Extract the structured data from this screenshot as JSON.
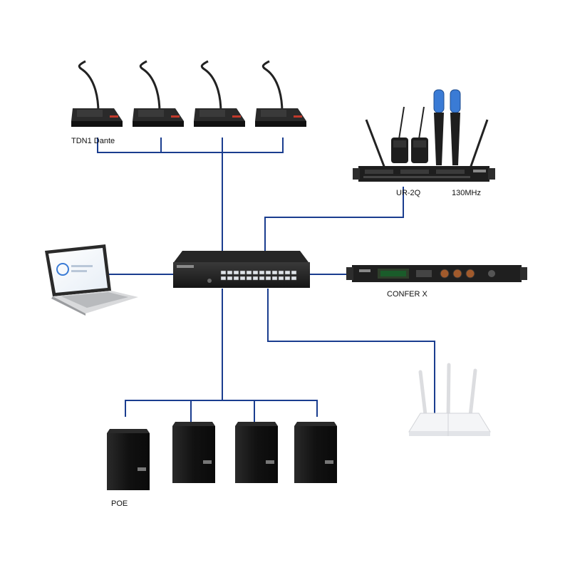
{
  "labels": {
    "conference_mics": "TDN1 Dante",
    "wireless_model": "UR-2Q",
    "wireless_freq": "130MHz",
    "processor": "CONFER X",
    "speakers": "POE"
  },
  "colors": {
    "cable": "#1a3d8f",
    "device_dark": "#1c1c1c",
    "device_mid": "#2d2d2d",
    "accent_red": "#c0392b",
    "laptop_silver": "#d9dadc",
    "router_white": "#f4f5f7"
  },
  "nodes": [
    {
      "name": "tdn1-dante-mic",
      "count": 4
    },
    {
      "name": "ur-2q-wireless-receiver",
      "count": 1
    },
    {
      "name": "network-switch",
      "count": 1
    },
    {
      "name": "laptop",
      "count": 1
    },
    {
      "name": "confer-x-processor",
      "count": 1
    },
    {
      "name": "wifi-router",
      "count": 1
    },
    {
      "name": "poe-speaker",
      "count": 4
    }
  ]
}
